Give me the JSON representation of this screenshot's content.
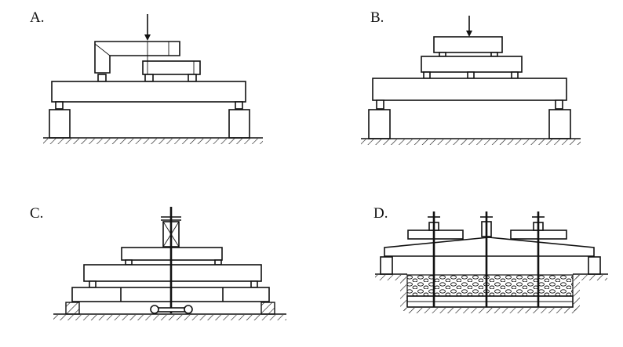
{
  "panels": [
    {
      "label": "A."
    },
    {
      "label": "B."
    },
    {
      "label": "C."
    },
    {
      "label": "D."
    }
  ],
  "colors": {
    "ink": "#111111",
    "background": "#ffffff"
  }
}
